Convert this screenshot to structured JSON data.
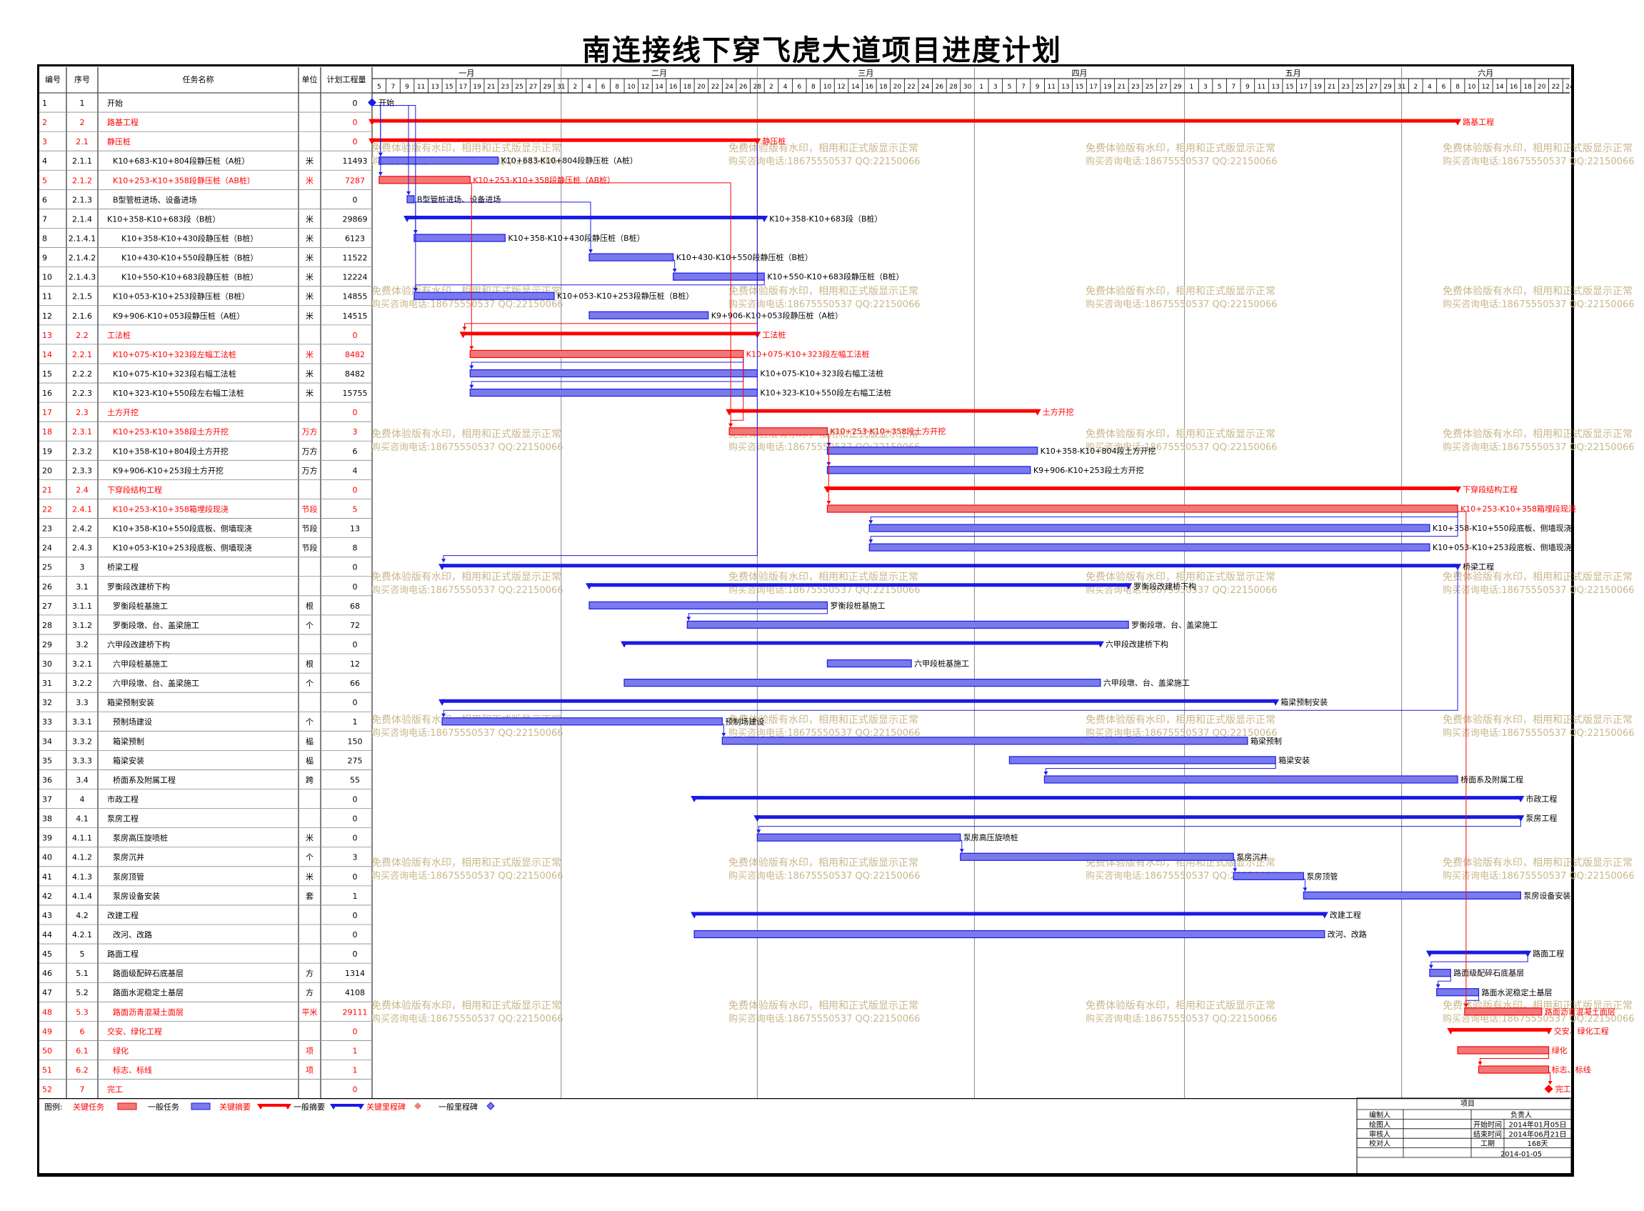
{
  "title": "南连接线下穿飞虎大道项目进度计划",
  "headers": {
    "id": "编号",
    "seq": "序号",
    "name": "任务名称",
    "unit": "单位",
    "qty": "计划工程量"
  },
  "months": [
    "一月",
    "二月",
    "三月",
    "四月",
    "五月",
    "六月"
  ],
  "watermark": [
    "免费体验版有水印，相用和正式版显示正常",
    "购买咨询电话:18675550537 QQ:22150066"
  ],
  "legend": {
    "prefix": "图例:",
    "critical_task": "关键任务",
    "normal_task": "一般任务",
    "critical_summary": "关键摘要",
    "normal_summary": "一般摘要",
    "critical_milestone": "关键里程碑",
    "normal_milestone": "一般里程碑"
  },
  "project_box": {
    "header": "项目",
    "editor": "编制人",
    "drawer": "绘图人",
    "reviewer": "审核人",
    "checker": "校对人",
    "owner": "负责人",
    "start_label": "开始时间",
    "start_value": "2014年01月05日",
    "end_label": "结束时间",
    "end_value": "2014年06月21日",
    "duration_label": "工期",
    "duration_value": "168天",
    "date": "2014-01-05"
  },
  "colors": {
    "critical": "#ff0000",
    "critical_fill": "#f07878",
    "normal": "#1a1ae6",
    "normal_fill": "#7a7aec",
    "grid": "#888888",
    "watermark": "#c9b78a"
  },
  "tasks": [
    {
      "id": "1",
      "seq": "1",
      "name": "开始",
      "unit": "",
      "qty": "0",
      "type": "ms",
      "crit": false,
      "s": 0,
      "e": 0,
      "label": "开始"
    },
    {
      "id": "2",
      "seq": "2",
      "name": "路基工程",
      "unit": "",
      "qty": "0",
      "type": "sum",
      "crit": true,
      "s": 0,
      "e": 155,
      "label": "路基工程"
    },
    {
      "id": "3",
      "seq": "2.1",
      "name": "静压桩",
      "unit": "",
      "qty": "0",
      "type": "sum",
      "crit": true,
      "s": 0,
      "e": 55,
      "label": "静压桩"
    },
    {
      "id": "4",
      "seq": "2.1.1",
      "name": "K10+683-K10+804段静压桩（A桩）",
      "unit": "米",
      "qty": "11493",
      "type": "task",
      "crit": false,
      "s": 1,
      "e": 18,
      "label": "K10+683-K10+804段静压桩（A桩）"
    },
    {
      "id": "5",
      "seq": "2.1.2",
      "name": "K10+253-K10+358段静压桩（AB桩）",
      "unit": "米",
      "qty": "7287",
      "type": "task",
      "crit": true,
      "s": 1,
      "e": 14,
      "label": "K10+253-K10+358段静压桩（AB桩）"
    },
    {
      "id": "6",
      "seq": "2.1.3",
      "name": "B型管桩进场、设备进场",
      "unit": "",
      "qty": "0",
      "type": "task",
      "crit": false,
      "s": 5,
      "e": 6,
      "label": "B型管桩进场、设备进场"
    },
    {
      "id": "7",
      "seq": "2.1.4",
      "name": "K10+358-K10+683段（B桩）",
      "unit": "米",
      "qty": "29869",
      "type": "sum",
      "crit": false,
      "s": 5,
      "e": 56,
      "label": "K10+358-K10+683段（B桩）"
    },
    {
      "id": "8",
      "seq": "2.1.4.1",
      "name": "K10+358-K10+430段静压桩（B桩）",
      "unit": "米",
      "qty": "6123",
      "type": "task",
      "crit": false,
      "s": 6,
      "e": 19,
      "label": "K10+358-K10+430段静压桩（B桩）",
      "ind": 2
    },
    {
      "id": "9",
      "seq": "2.1.4.2",
      "name": "K10+430-K10+550段静压桩（B桩）",
      "unit": "米",
      "qty": "11522",
      "type": "task",
      "crit": false,
      "s": 31,
      "e": 43,
      "label": "K10+430-K10+550段静压桩（B桩）",
      "ind": 2
    },
    {
      "id": "10",
      "seq": "2.1.4.3",
      "name": "K10+550-K10+683段静压桩（B桩）",
      "unit": "米",
      "qty": "12224",
      "type": "task",
      "crit": false,
      "s": 43,
      "e": 56,
      "label": "K10+550-K10+683段静压桩（B桩）",
      "ind": 2
    },
    {
      "id": "11",
      "seq": "2.1.5",
      "name": "K10+053-K10+253段静压桩（B桩）",
      "unit": "米",
      "qty": "14855",
      "type": "task",
      "crit": false,
      "s": 6,
      "e": 26,
      "label": "K10+053-K10+253段静压桩（B桩）"
    },
    {
      "id": "12",
      "seq": "2.1.6",
      "name": "K9+906-K10+053段静压桩（A桩）",
      "unit": "米",
      "qty": "14515",
      "type": "task",
      "crit": false,
      "s": 31,
      "e": 48,
      "label": "K9+906-K10+053段静压桩（A桩）"
    },
    {
      "id": "13",
      "seq": "2.2",
      "name": "工法桩",
      "unit": "",
      "qty": "0",
      "type": "sum",
      "crit": true,
      "s": 13,
      "e": 55,
      "label": "工法桩"
    },
    {
      "id": "14",
      "seq": "2.2.1",
      "name": "K10+075-K10+323段左幅工法桩",
      "unit": "米",
      "qty": "8482",
      "type": "task",
      "crit": true,
      "s": 14,
      "e": 53,
      "label": "K10+075-K10+323段左幅工法桩"
    },
    {
      "id": "15",
      "seq": "2.2.2",
      "name": "K10+075-K10+323段右幅工法桩",
      "unit": "米",
      "qty": "8482",
      "type": "task",
      "crit": false,
      "s": 14,
      "e": 55,
      "label": "K10+075-K10+323段右幅工法桩"
    },
    {
      "id": "16",
      "seq": "2.2.3",
      "name": "K10+323-K10+550段左右幅工法桩",
      "unit": "米",
      "qty": "15755",
      "type": "task",
      "crit": false,
      "s": 14,
      "e": 55,
      "label": "K10+323-K10+550段左右幅工法桩"
    },
    {
      "id": "17",
      "seq": "2.3",
      "name": "土方开挖",
      "unit": "",
      "qty": "0",
      "type": "sum",
      "crit": true,
      "s": 51,
      "e": 95,
      "label": "土方开挖"
    },
    {
      "id": "18",
      "seq": "2.3.1",
      "name": "K10+253-K10+358段土方开挖",
      "unit": "万方",
      "qty": "3",
      "type": "task",
      "crit": true,
      "s": 51,
      "e": 65,
      "label": "K10+253-K10+358段土方开挖"
    },
    {
      "id": "19",
      "seq": "2.3.2",
      "name": "K10+358-K10+804段土方开挖",
      "unit": "万方",
      "qty": "6",
      "type": "task",
      "crit": false,
      "s": 65,
      "e": 95,
      "label": "K10+358-K10+804段土方开挖"
    },
    {
      "id": "20",
      "seq": "2.3.3",
      "name": "K9+906-K10+253段土方开挖",
      "unit": "万方",
      "qty": "4",
      "type": "task",
      "crit": false,
      "s": 65,
      "e": 94,
      "label": "K9+906-K10+253段土方开挖"
    },
    {
      "id": "21",
      "seq": "2.4",
      "name": "下穿段结构工程",
      "unit": "",
      "qty": "0",
      "type": "sum",
      "crit": true,
      "s": 65,
      "e": 155,
      "label": "下穿段结构工程"
    },
    {
      "id": "22",
      "seq": "2.4.1",
      "name": "K10+253-K10+358箱埋段现浇",
      "unit": "节段",
      "qty": "5",
      "type": "task",
      "crit": true,
      "s": 65,
      "e": 155,
      "label": "K10+253-K10+358箱埋段现浇"
    },
    {
      "id": "23",
      "seq": "2.4.2",
      "name": "K10+358-K10+550段底板、侧墙现浇",
      "unit": "节段",
      "qty": "13",
      "type": "task",
      "crit": false,
      "s": 71,
      "e": 151,
      "label": "K10+358-K10+550段底板、侧墙现浇"
    },
    {
      "id": "24",
      "seq": "2.4.3",
      "name": "K10+053-K10+253段底板、侧墙现浇",
      "unit": "节段",
      "qty": "8",
      "type": "task",
      "crit": false,
      "s": 71,
      "e": 151,
      "label": "K10+053-K10+253段底板、侧墙现浇"
    },
    {
      "id": "25",
      "seq": "3",
      "name": "桥梁工程",
      "unit": "",
      "qty": "0",
      "type": "sum",
      "crit": false,
      "s": 10,
      "e": 155,
      "label": "桥梁工程"
    },
    {
      "id": "26",
      "seq": "3.1",
      "name": "罗衡段改建桥下构",
      "unit": "",
      "qty": "0",
      "type": "sum",
      "crit": false,
      "s": 31,
      "e": 108,
      "label": "罗衡段改建桥下构"
    },
    {
      "id": "27",
      "seq": "3.1.1",
      "name": "罗衡段桩基施工",
      "unit": "根",
      "qty": "68",
      "type": "task",
      "crit": false,
      "s": 31,
      "e": 65,
      "label": "罗衡段桩基施工"
    },
    {
      "id": "28",
      "seq": "3.1.2",
      "name": "罗衡段墩、台、盖梁施工",
      "unit": "个",
      "qty": "72",
      "type": "task",
      "crit": false,
      "s": 45,
      "e": 108,
      "label": "罗衡段墩、台、盖梁施工"
    },
    {
      "id": "29",
      "seq": "3.2",
      "name": "六甲段改建桥下构",
      "unit": "",
      "qty": "0",
      "type": "sum",
      "crit": false,
      "s": 36,
      "e": 104,
      "label": "六甲段改建桥下构"
    },
    {
      "id": "30",
      "seq": "3.2.1",
      "name": "六甲段桩基施工",
      "unit": "根",
      "qty": "12",
      "type": "task",
      "crit": false,
      "s": 65,
      "e": 77,
      "label": "六甲段桩基施工"
    },
    {
      "id": "31",
      "seq": "3.2.2",
      "name": "六甲段墩、台、盖梁施工",
      "unit": "个",
      "qty": "66",
      "type": "task",
      "crit": false,
      "s": 36,
      "e": 104,
      "label": "六甲段墩、台、盖梁施工"
    },
    {
      "id": "32",
      "seq": "3.3",
      "name": "箱梁预制安装",
      "unit": "",
      "qty": "0",
      "type": "sum",
      "crit": false,
      "s": 10,
      "e": 129,
      "label": "箱梁预制安装"
    },
    {
      "id": "33",
      "seq": "3.3.1",
      "name": "预制场建设",
      "unit": "个",
      "qty": "1",
      "type": "task",
      "crit": false,
      "s": 10,
      "e": 50,
      "label": "预制场建设"
    },
    {
      "id": "34",
      "seq": "3.3.2",
      "name": "箱梁预制",
      "unit": "榀",
      "qty": "150",
      "type": "task",
      "crit": false,
      "s": 50,
      "e": 125,
      "label": "箱梁预制"
    },
    {
      "id": "35",
      "seq": "3.3.3",
      "name": "箱梁安装",
      "unit": "榀",
      "qty": "275",
      "type": "task",
      "crit": false,
      "s": 91,
      "e": 129,
      "label": "箱梁安装"
    },
    {
      "id": "36",
      "seq": "3.4",
      "name": "桥面系及附属工程",
      "unit": "跨",
      "qty": "55",
      "type": "task",
      "crit": false,
      "s": 96,
      "e": 155,
      "label": "桥面系及附属工程"
    },
    {
      "id": "37",
      "seq": "4",
      "name": "市政工程",
      "unit": "",
      "qty": "0",
      "type": "sum",
      "crit": false,
      "s": 46,
      "e": 164,
      "label": "市政工程"
    },
    {
      "id": "38",
      "seq": "4.1",
      "name": "泵房工程",
      "unit": "",
      "qty": "0",
      "type": "sum",
      "crit": false,
      "s": 55,
      "e": 164,
      "label": "泵房工程"
    },
    {
      "id": "39",
      "seq": "4.1.1",
      "name": "泵房高压旋喷桩",
      "unit": "米",
      "qty": "0",
      "type": "task",
      "crit": false,
      "s": 55,
      "e": 84,
      "label": "泵房高压旋喷桩"
    },
    {
      "id": "40",
      "seq": "4.1.2",
      "name": "泵房沉井",
      "unit": "个",
      "qty": "3",
      "type": "task",
      "crit": false,
      "s": 84,
      "e": 123,
      "label": "泵房沉井"
    },
    {
      "id": "41",
      "seq": "4.1.3",
      "name": "泵房顶管",
      "unit": "米",
      "qty": "0",
      "type": "task",
      "crit": false,
      "s": 123,
      "e": 133,
      "label": "泵房顶管"
    },
    {
      "id": "42",
      "seq": "4.1.4",
      "name": "泵房设备安装",
      "unit": "套",
      "qty": "1",
      "type": "task",
      "crit": false,
      "s": 133,
      "e": 164,
      "label": "泵房设备安装"
    },
    {
      "id": "43",
      "seq": "4.2",
      "name": "改建工程",
      "unit": "",
      "qty": "0",
      "type": "sum",
      "crit": false,
      "s": 46,
      "e": 136,
      "label": "改建工程"
    },
    {
      "id": "44",
      "seq": "4.2.1",
      "name": "改河、改路",
      "unit": "",
      "qty": "0",
      "type": "task",
      "crit": false,
      "s": 46,
      "e": 136,
      "label": "改河、改路"
    },
    {
      "id": "45",
      "seq": "5",
      "name": "路面工程",
      "unit": "",
      "qty": "0",
      "type": "sum",
      "crit": false,
      "s": 151,
      "e": 165,
      "label": "路面工程"
    },
    {
      "id": "46",
      "seq": "5.1",
      "name": "路面级配碎石底基层",
      "unit": "方",
      "qty": "1314",
      "type": "task",
      "crit": false,
      "s": 151,
      "e": 154,
      "label": "路面级配碎石底基层"
    },
    {
      "id": "47",
      "seq": "5.2",
      "name": "路面水泥稳定土基层",
      "unit": "方",
      "qty": "4108",
      "type": "task",
      "crit": false,
      "s": 152,
      "e": 158,
      "label": "路面水泥稳定土基层"
    },
    {
      "id": "48",
      "seq": "5.3",
      "name": "路面沥青混凝土面层",
      "unit": "平米",
      "qty": "29111",
      "type": "task",
      "crit": true,
      "s": 156,
      "e": 167,
      "label": "路面沥青混凝土面层"
    },
    {
      "id": "49",
      "seq": "6",
      "name": "交安、绿化工程",
      "unit": "",
      "qty": "0",
      "type": "sum",
      "crit": true,
      "s": 154,
      "e": 168,
      "label": "交安、绿化工程"
    },
    {
      "id": "50",
      "seq": "6.1",
      "name": "绿化",
      "unit": "项",
      "qty": "1",
      "type": "task",
      "crit": true,
      "s": 155,
      "e": 168,
      "label": "绿化"
    },
    {
      "id": "51",
      "seq": "6.2",
      "name": "标志、标线",
      "unit": "项",
      "qty": "1",
      "type": "task",
      "crit": true,
      "s": 158,
      "e": 168,
      "label": "标志、标线"
    },
    {
      "id": "52",
      "seq": "7",
      "name": "完工",
      "unit": "",
      "qty": "0",
      "type": "ms",
      "crit": true,
      "s": 168,
      "e": 168,
      "label": "完工"
    }
  ]
}
